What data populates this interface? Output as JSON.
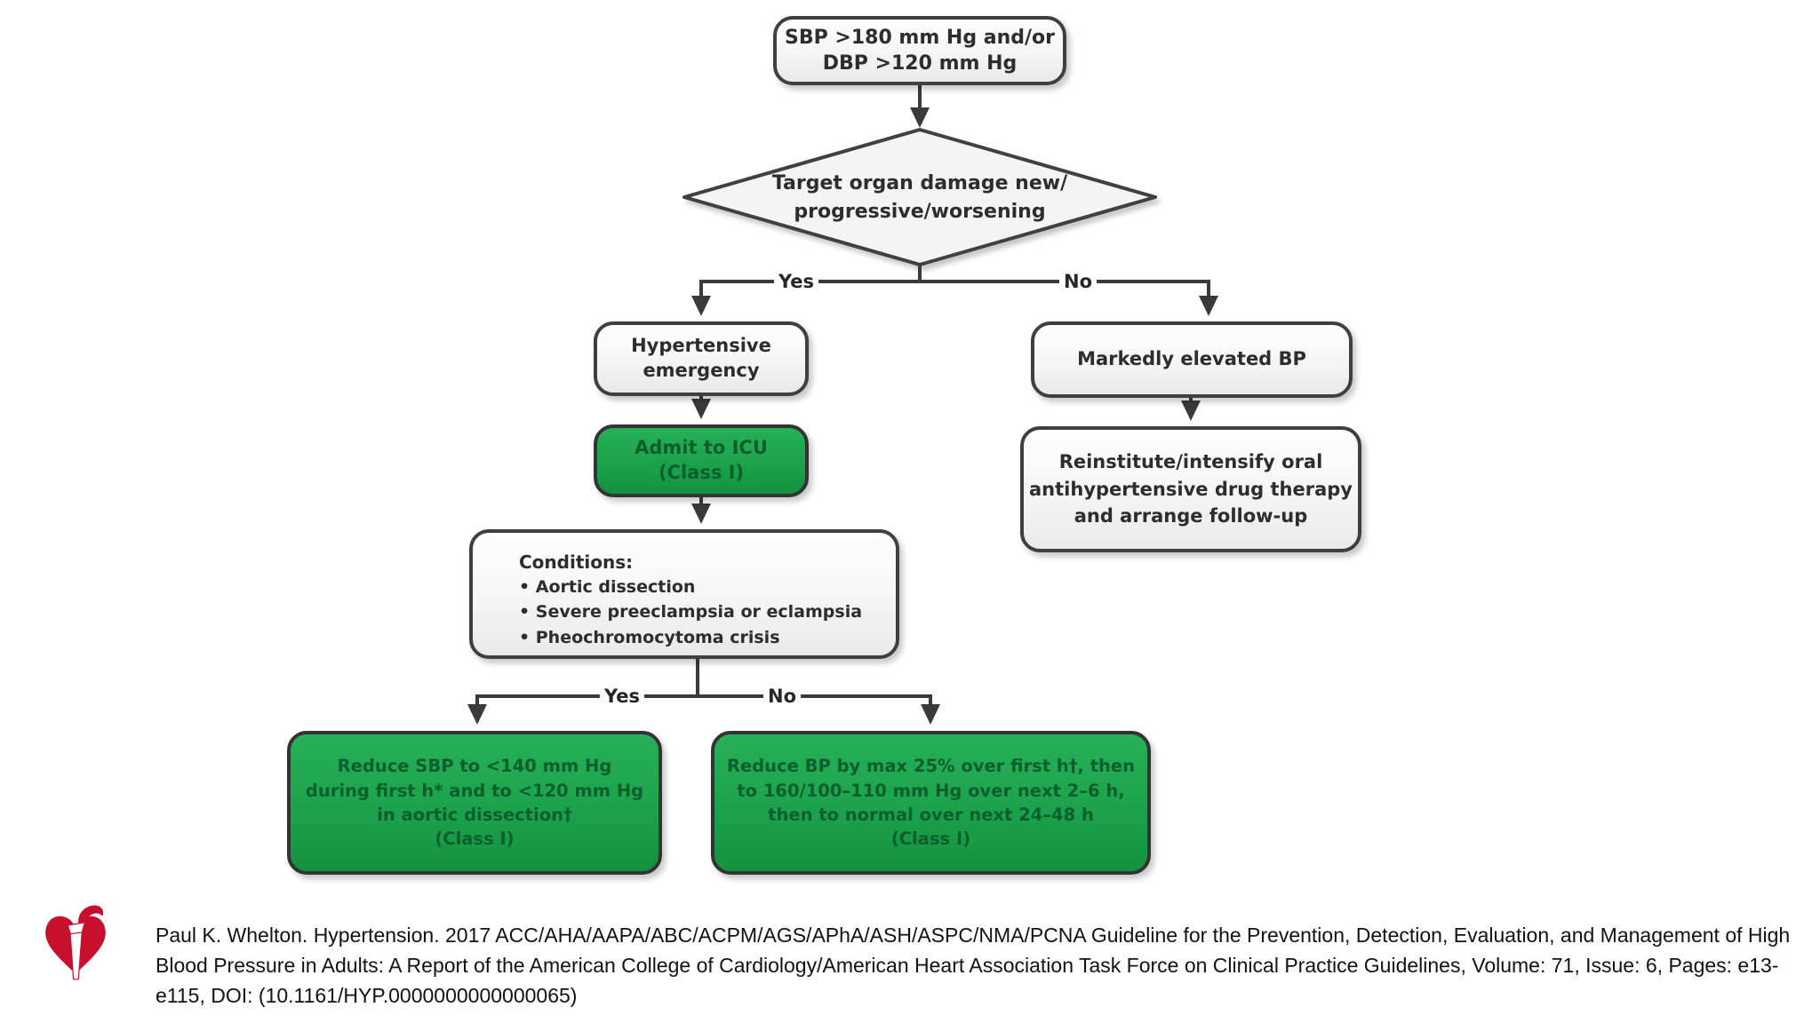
{
  "colors": {
    "green_fill": "#1ca24c",
    "green_text": "#0b5f2c",
    "box_border": "#3f3f3f",
    "line": "#3a3a3a",
    "aha_red": "#c8102e",
    "box_fill": "#f5f5f5"
  },
  "flowchart": {
    "start_box": "SBP >180 mm Hg and/or\nDBP >120 mm Hg",
    "decision1": "Target organ damage new/\nprogressive/worsening",
    "branch1": {
      "yes": "Yes",
      "no": "No"
    },
    "emergency_box": "Hypertensive\nemergency",
    "admit_box": "Admit to ICU\n(Class I)",
    "conditions": {
      "heading": "Conditions:",
      "items": [
        "• Aortic dissection",
        "• Severe preeclampsia or eclampsia",
        "• Pheochromocytoma crisis"
      ]
    },
    "branch2": {
      "yes": "Yes",
      "no": "No"
    },
    "reduce_sbp_box": "Reduce SBP to <140 mm Hg\nduring first h* and to <120 mm Hg\nin aortic dissection†\n(Class I)",
    "reduce_bp_box": "Reduce BP by max 25% over first h†, then\nto 160/100–110 mm Hg over next 2–6 h,\nthen to normal over next 24–48 h\n(Class I)",
    "elevated_box": "Markedly elevated BP",
    "reinstitute_box": "Reinstitute/intensify oral\nantihypertensive drug therapy\nand arrange follow-up"
  },
  "footer": {
    "citation_line1": "Paul K. Whelton. Hypertension. 2017 ACC/AHA/AAPA/ABC/ACPM/AGS/APhA/ASH/ASPC/NMA/PCNA Guideline for the Prevention, Detection, Evaluation, and Management of High",
    "citation_line2": "Blood Pressure in Adults: A Report of the American College of Cardiology/American Heart Association Task Force on Clinical Practice Guidelines, Volume: 71, Issue: 6, Pages: e13-",
    "citation_line3": "e115, DOI: (10.1161/HYP.0000000000000065)"
  }
}
